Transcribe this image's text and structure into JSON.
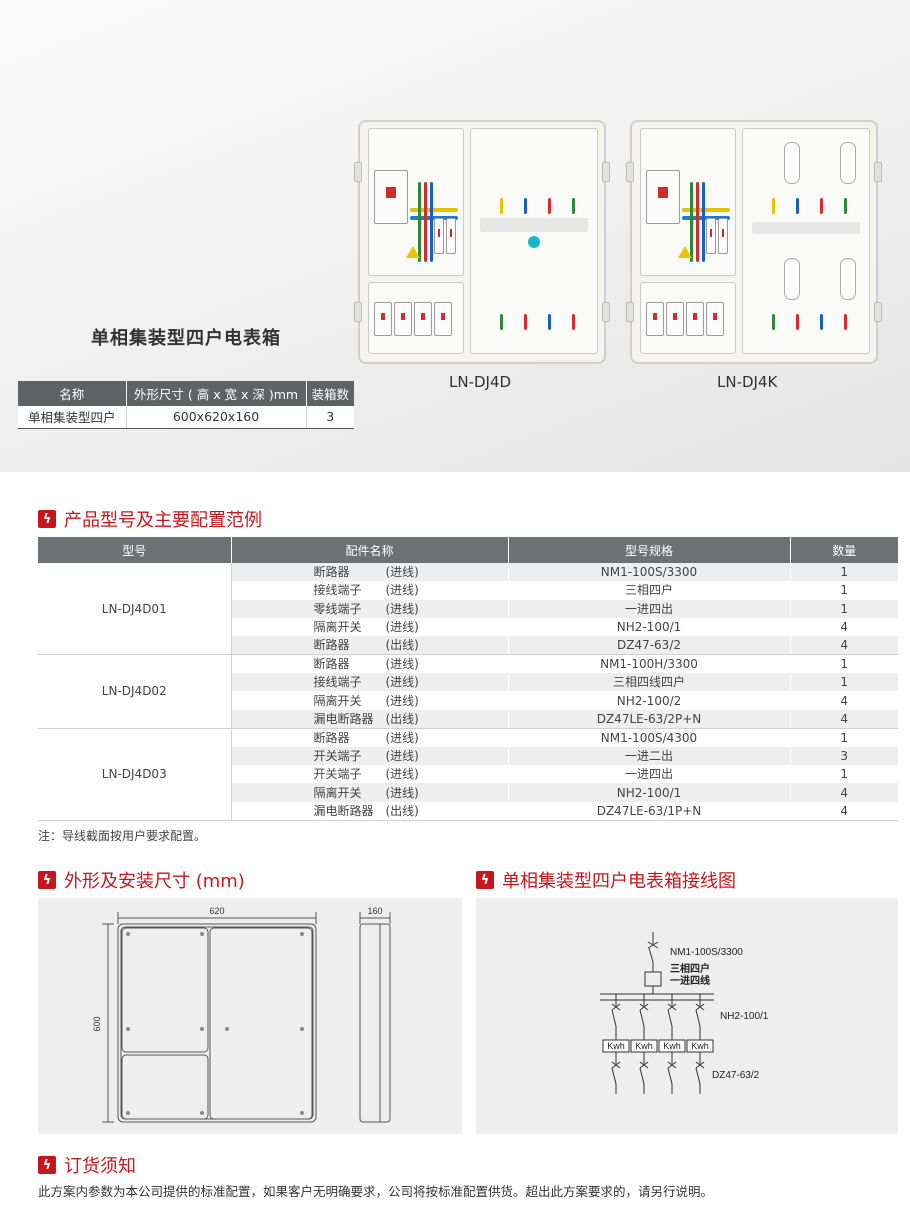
{
  "hero": {
    "title": "单相集装型四户电表箱",
    "spec_table": {
      "headers": [
        "名称",
        "外形尺寸 ( 高 x 宽 x 深 )mm",
        "装箱数"
      ],
      "row": [
        "单相集装型四户",
        "600x620x160",
        "3"
      ]
    },
    "products": [
      {
        "label": "LN-DJ4D"
      },
      {
        "label": "LN-DJ4K"
      }
    ]
  },
  "sections": {
    "config": {
      "title": "产品型号及主要配置范例",
      "icon": "lightning-icon"
    },
    "dimensions": {
      "title": "外形及安装尺寸 (mm)",
      "icon": "lightning-icon"
    },
    "wiring": {
      "title": "单相集装型四户电表箱接线图",
      "icon": "lightning-icon"
    },
    "order": {
      "title": "订货须知",
      "icon": "lightning-icon"
    }
  },
  "config_table": {
    "headers": [
      "型号",
      "配件名称",
      "型号规格",
      "数量"
    ],
    "groups": [
      {
        "model": "LN-DJ4D01",
        "rows": [
          {
            "part": "断路器",
            "dir": "(进线)",
            "spec": "NM1-100S/3300",
            "qty": "1"
          },
          {
            "part": "接线端子",
            "dir": "(进线)",
            "spec": "三相四户",
            "qty": "1"
          },
          {
            "part": "零线端子",
            "dir": "(进线)",
            "spec": "一进四出",
            "qty": "1"
          },
          {
            "part": "隔离开关",
            "dir": "(进线)",
            "spec": "NH2-100/1",
            "qty": "4"
          },
          {
            "part": "断路器",
            "dir": "(出线)",
            "spec": "DZ47-63/2",
            "qty": "4"
          }
        ]
      },
      {
        "model": "LN-DJ4D02",
        "rows": [
          {
            "part": "断路器",
            "dir": "(进线)",
            "spec": "NM1-100H/3300",
            "qty": "1"
          },
          {
            "part": "接线端子",
            "dir": "(进线)",
            "spec": "三相四线四户",
            "qty": "1"
          },
          {
            "part": "隔离开关",
            "dir": "(进线)",
            "spec": "NH2-100/2",
            "qty": "4"
          },
          {
            "part": "漏电断路器",
            "dir": "(出线)",
            "spec": "DZ47LE-63/2P+N",
            "qty": "4"
          }
        ]
      },
      {
        "model": "LN-DJ4D03",
        "rows": [
          {
            "part": "断路器",
            "dir": "(进线)",
            "spec": "NM1-100S/4300",
            "qty": "1"
          },
          {
            "part": "开关端子",
            "dir": "(进线)",
            "spec": "一进二出",
            "qty": "3"
          },
          {
            "part": "开关端子",
            "dir": "(进线)",
            "spec": "一进四出",
            "qty": "1"
          },
          {
            "part": "隔离开关",
            "dir": "(进线)",
            "spec": "NH2-100/1",
            "qty": "4"
          },
          {
            "part": "漏电断路器",
            "dir": "(出线)",
            "spec": "DZ47LE-63/1P+N",
            "qty": "4"
          }
        ]
      }
    ],
    "note": "注：导线截面按用户要求配置。"
  },
  "dimensions_drawing": {
    "width_label": "620",
    "height_label": "600",
    "depth_label": "160"
  },
  "wiring_diagram": {
    "main_breaker": "NM1-100S/3300",
    "terminal_line1": "三相四户",
    "terminal_line2": "一进四线",
    "isolator": "NH2-100/1",
    "meter_labels": [
      "Kwh",
      "Kwh",
      "Kwh",
      "Kwh"
    ],
    "output_breaker": "DZ47-63/2"
  },
  "order_text": "此方案内参数为本公司提供的标准配置，如果客户无明确要求，公司将按标准配置供货。超出此方案要求的，请另行说明。",
  "colors": {
    "accent": "#c8161d",
    "table_header": "#6d7174",
    "row_stripe": "#eeeeee"
  }
}
